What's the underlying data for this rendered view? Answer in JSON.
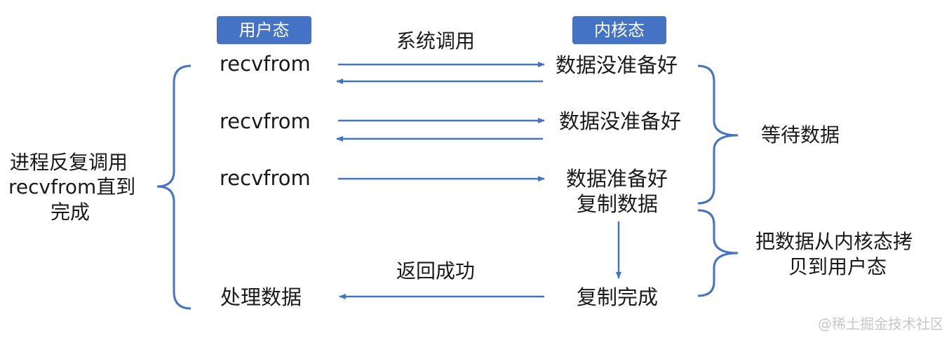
{
  "headers": {
    "user_space": "用户态",
    "kernel_space": "内核态"
  },
  "user_side": {
    "call_1": "recvfrom",
    "call_2": "recvfrom",
    "call_3": "recvfrom",
    "process": "处理数据"
  },
  "kernel_side": {
    "state_1": "数据没准备好",
    "state_2": "数据没准备好",
    "state_3_line1": "数据准备好",
    "state_3_line2": "复制数据",
    "state_4": "复制完成"
  },
  "arrow_labels": {
    "syscall": "系统调用",
    "return_success": "返回成功"
  },
  "left_brace": {
    "line1": "进程反复调用",
    "line2": "recvfrom直到",
    "line3": "完成"
  },
  "right_braces": {
    "wait": "等待数据",
    "copy_line1": "把数据从内核态拷",
    "copy_line2": "贝到用户态"
  },
  "watermark": "@稀土掘金技术社区",
  "colors": {
    "accent": "#4472C4",
    "header_text": "#ffffff"
  }
}
